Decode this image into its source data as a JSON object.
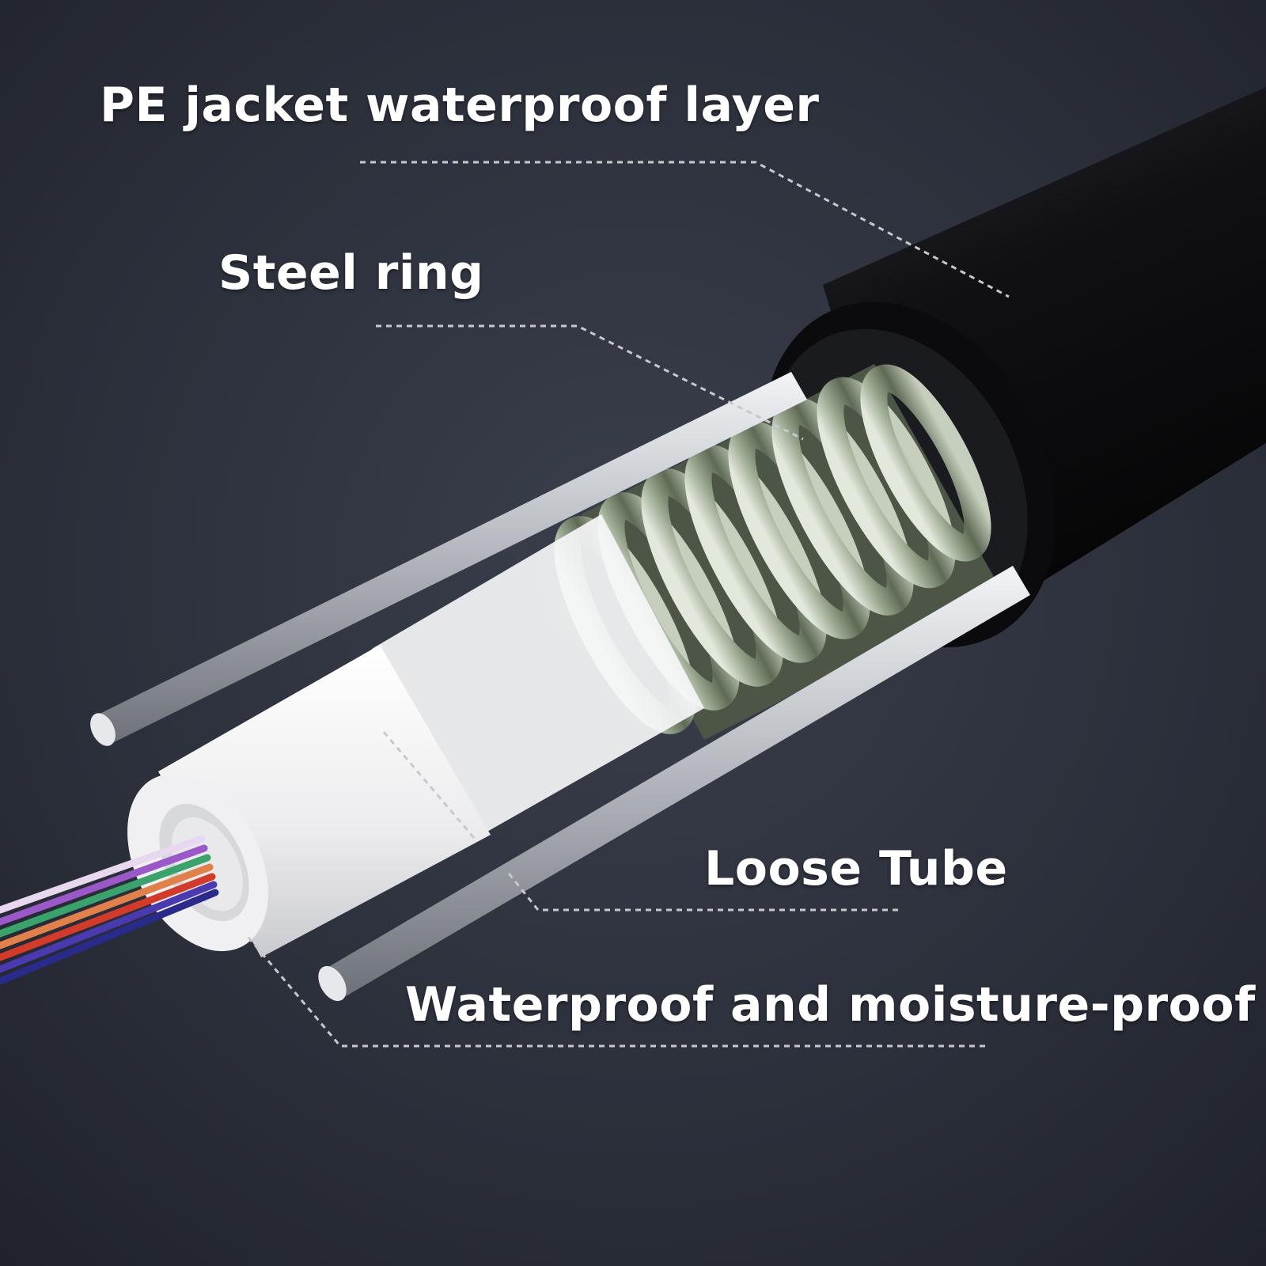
{
  "labels": {
    "pe_jacket": "PE jacket waterproof layer",
    "steel_ring": "Steel ring",
    "loose_tube": "Loose Tube",
    "waterproof": "Waterproof and moisture-proof"
  },
  "colors": {
    "background": "#2b2f3a",
    "jacket": "#141417",
    "steel_armor": "#9aa497",
    "loose_tube": "#f2f2f2",
    "strength_rod": "#c9ccd1",
    "label_text": "#ffffff",
    "leader_line": "#c7c9cf",
    "fiber_colors": [
      "#e7d8f0",
      "#9a58c8",
      "#3aa36b",
      "#e0804a",
      "#d23a2a",
      "#4a3ab0",
      "#2a2a8a"
    ]
  },
  "icons": {
    "cable": "fiber-optic-cable-cutaway"
  }
}
